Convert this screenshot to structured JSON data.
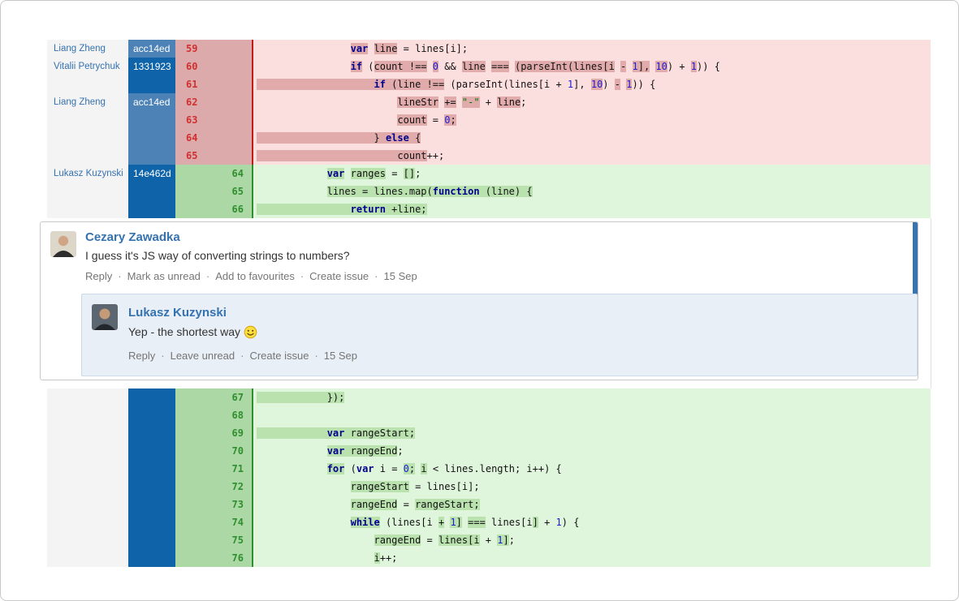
{
  "colors": {
    "author_bg": "#f4f4f4",
    "link_blue": "#3572b0",
    "hash_light": "#4d82b6",
    "hash_dark": "#0f64a9",
    "del_gutter": "#dcaaaa",
    "del_bg": "#fbdede",
    "del_hl": "#e2abab",
    "del_line": "#c41a16",
    "del_num": "#d03030",
    "add_gutter": "#abd8a4",
    "add_bg": "#e0f6dc",
    "add_hl": "#b9e2ae",
    "add_line": "#2f8f2f",
    "add_num": "#2f8f2f",
    "kw": "#00008f",
    "num": "#1d1dd6",
    "str": "#007400",
    "reply_bg": "#e9eff7",
    "reply_border": "#cdd9e7",
    "unread_bar": "#3b73af",
    "card_border": "#c8c8c8",
    "table_edge": "#dedede"
  },
  "diff_top": {
    "rows": [
      {
        "author": "Liang Zheng",
        "hash": "acc14ed",
        "shade": "light",
        "old": "59",
        "new": "",
        "kind": "del",
        "code": [
          [
            "                "
          ],
          [
            "var",
            "kw hl"
          ],
          [
            " "
          ],
          [
            "line",
            "hl"
          ],
          [
            " = lines[i];"
          ]
        ]
      },
      {
        "author": "Vitalii Petrychuk",
        "hash": "1331923",
        "shade": "dark",
        "old": "60",
        "new": "",
        "kind": "del",
        "code": [
          [
            "                "
          ],
          [
            "if",
            "kw hl"
          ],
          [
            " ("
          ],
          [
            "count !==",
            "hl"
          ],
          [
            " "
          ],
          [
            "0",
            "num hl"
          ],
          [
            " && "
          ],
          [
            "line",
            "hl"
          ],
          [
            " "
          ],
          [
            "===",
            "hl"
          ],
          [
            " "
          ],
          [
            "(parseInt(lines[i",
            "hl"
          ],
          [
            " "
          ],
          [
            "-",
            "hl"
          ],
          [
            " "
          ],
          [
            "1",
            "num hl"
          ],
          [
            "],",
            "hl"
          ],
          [
            " "
          ],
          [
            "10",
            "num hl"
          ],
          [
            ") + "
          ],
          [
            "1",
            "num hl"
          ],
          [
            ")) {"
          ]
        ]
      },
      {
        "author": "",
        "hash": "",
        "shade": "dark",
        "old": "61",
        "new": "",
        "kind": "del",
        "code": [
          [
            "                    ",
            "hl"
          ],
          [
            "if",
            "kw hl"
          ],
          [
            " (line !==",
            "hl"
          ],
          [
            " (parseInt(lines[i + "
          ],
          [
            "1",
            "num"
          ],
          [
            "], "
          ],
          [
            "10",
            "num hl"
          ],
          [
            ") "
          ],
          [
            "-",
            "hl"
          ],
          [
            " "
          ],
          [
            "1",
            "num hl"
          ],
          [
            ")) {"
          ]
        ]
      },
      {
        "author": "Liang Zheng",
        "hash": "acc14ed",
        "shade": "light",
        "old": "62",
        "new": "",
        "kind": "del",
        "code": [
          [
            "                        "
          ],
          [
            "lineStr",
            "hl"
          ],
          [
            " "
          ],
          [
            "+=",
            "hl"
          ],
          [
            " "
          ],
          [
            "\"-\"",
            "str hl"
          ],
          [
            " + "
          ],
          [
            "line",
            "hl"
          ],
          [
            ";"
          ]
        ]
      },
      {
        "author": "",
        "hash": "",
        "shade": "light",
        "old": "63",
        "new": "",
        "kind": "del",
        "code": [
          [
            "                        "
          ],
          [
            "count",
            "hl"
          ],
          [
            " = "
          ],
          [
            "0",
            "num hl"
          ],
          [
            ";",
            "hl"
          ]
        ]
      },
      {
        "author": "",
        "hash": "",
        "shade": "light",
        "old": "64",
        "new": "",
        "kind": "del",
        "code": [
          [
            "                    ",
            "hl"
          ],
          [
            "} ",
            "hl"
          ],
          [
            "else",
            "kw hl"
          ],
          [
            " {",
            "hl"
          ]
        ]
      },
      {
        "author": "",
        "hash": "",
        "shade": "light",
        "old": "65",
        "new": "",
        "kind": "del",
        "code": [
          [
            "                        ",
            "hl"
          ],
          [
            "count",
            "hl"
          ],
          [
            "++;"
          ]
        ]
      },
      {
        "author": "Lukasz Kuzynski",
        "hash": "14e462d",
        "shade": "dark",
        "old": "",
        "new": "64",
        "kind": "add",
        "code": [
          [
            "            "
          ],
          [
            "var",
            "kw hl"
          ],
          [
            " "
          ],
          [
            "ranges",
            "hl"
          ],
          [
            " = "
          ],
          [
            "[]",
            "hl"
          ],
          [
            ";"
          ]
        ]
      },
      {
        "author": "",
        "hash": "",
        "shade": "dark",
        "old": "",
        "new": "65",
        "kind": "add",
        "code": [
          [
            "            "
          ],
          [
            "lines = lines.map(",
            "hl"
          ],
          [
            "function",
            "kw hl"
          ],
          [
            " (line) {",
            "hl"
          ]
        ]
      },
      {
        "author": "",
        "hash": "",
        "shade": "dark",
        "old": "",
        "new": "66",
        "kind": "add",
        "code": [
          [
            "                ",
            "hl"
          ],
          [
            "return",
            "kw hl"
          ],
          [
            " +line;",
            "hl"
          ]
        ]
      }
    ]
  },
  "diff_bottom": {
    "rows": [
      {
        "author": "",
        "hash": "",
        "shade": "dark",
        "old": "",
        "new": "67",
        "kind": "add",
        "code": [
          [
            "            ",
            "hl"
          ],
          [
            "});",
            "hl"
          ]
        ]
      },
      {
        "author": "",
        "hash": "",
        "shade": "dark",
        "old": "",
        "new": "68",
        "kind": "add",
        "code": [
          [
            ""
          ]
        ]
      },
      {
        "author": "",
        "hash": "",
        "shade": "dark",
        "old": "",
        "new": "69",
        "kind": "add",
        "code": [
          [
            "            ",
            "hl"
          ],
          [
            "var",
            "kw hl"
          ],
          [
            " rangeStart;",
            "hl"
          ]
        ]
      },
      {
        "author": "",
        "hash": "",
        "shade": "dark",
        "old": "",
        "new": "70",
        "kind": "add",
        "code": [
          [
            "            "
          ],
          [
            "var",
            "kw hl"
          ],
          [
            " rangeEnd",
            "hl"
          ],
          [
            ";"
          ]
        ]
      },
      {
        "author": "",
        "hash": "",
        "shade": "dark",
        "old": "",
        "new": "71",
        "kind": "add",
        "code": [
          [
            "            "
          ],
          [
            "for",
            "kw hl"
          ],
          [
            " ("
          ],
          [
            "var",
            "kw"
          ],
          [
            " i = "
          ],
          [
            "0",
            "num hl"
          ],
          [
            ";",
            "hl"
          ],
          [
            " "
          ],
          [
            "i",
            "hl"
          ],
          [
            " < lines.length; i++) {"
          ]
        ]
      },
      {
        "author": "",
        "hash": "",
        "shade": "dark",
        "old": "",
        "new": "72",
        "kind": "add",
        "code": [
          [
            "                "
          ],
          [
            "rangeStart",
            "hl"
          ],
          [
            " = lines[i];"
          ]
        ]
      },
      {
        "author": "",
        "hash": "",
        "shade": "dark",
        "old": "",
        "new": "73",
        "kind": "add",
        "code": [
          [
            "                "
          ],
          [
            "rangeEnd",
            "hl"
          ],
          [
            " = "
          ],
          [
            "rangeStart;",
            "hl"
          ]
        ]
      },
      {
        "author": "",
        "hash": "",
        "shade": "dark",
        "old": "",
        "new": "74",
        "kind": "add",
        "code": [
          [
            "                "
          ],
          [
            "while",
            "kw hl"
          ],
          [
            " (lines[i "
          ],
          [
            "+",
            "hl"
          ],
          [
            " "
          ],
          [
            "1",
            "num hl"
          ],
          [
            "]",
            "hl"
          ],
          [
            " "
          ],
          [
            "===",
            "hl"
          ],
          [
            " lines[i"
          ],
          [
            "]",
            "hl"
          ],
          [
            " + "
          ],
          [
            "1",
            "num"
          ],
          [
            ") {"
          ]
        ]
      },
      {
        "author": "",
        "hash": "",
        "shade": "dark",
        "old": "",
        "new": "75",
        "kind": "add",
        "code": [
          [
            "                    "
          ],
          [
            "rangeEnd",
            "hl"
          ],
          [
            " = "
          ],
          [
            "lines[i",
            "hl"
          ],
          [
            " + "
          ],
          [
            "1",
            "num hl"
          ],
          [
            "]",
            "hl"
          ],
          [
            ";"
          ]
        ]
      },
      {
        "author": "",
        "hash": "",
        "shade": "dark",
        "old": "",
        "new": "76",
        "kind": "add",
        "code": [
          [
            "                    "
          ],
          [
            "i",
            "hl"
          ],
          [
            "++;"
          ]
        ]
      }
    ]
  },
  "comment_thread": {
    "top": {
      "author": "Cezary Zawadka",
      "body": "I guess it's JS way of converting strings to numbers?",
      "actions": [
        "Reply",
        "Mark as unread",
        "Add to favourites",
        "Create issue"
      ],
      "date": "15 Sep"
    },
    "reply": {
      "author": "Lukasz Kuzynski",
      "body": "Yep - the shortest way",
      "emoji": "smiley-face",
      "actions": [
        "Reply",
        "Leave unread",
        "Create issue"
      ],
      "date": "15 Sep"
    }
  }
}
